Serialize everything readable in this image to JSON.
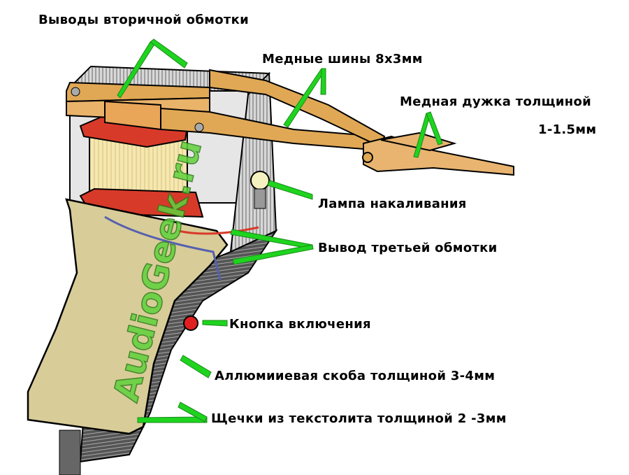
{
  "labels": {
    "secondary_leads": "Выводы вторичной обмотки",
    "copper_bars": "Медные шины 8х3мм",
    "copper_tip_1": "Медная дужка толщиной",
    "copper_tip_2": "1-1.5мм",
    "lamp": "Лампа накаливания",
    "third_winding": "Вывод третьей обмотки",
    "power_button": "Кнопка включения",
    "aluminum_bracket": "Аллюмииевая скоба толщиной 3-4мм",
    "cheeks": "Щечки из текстолита толщиной 2 -3мм"
  },
  "watermark": "AudioGeek.ru",
  "colors": {
    "arrow": "#1ed41e",
    "copper": "#e0a855",
    "textolite": "#d8cc98",
    "insulator": "#d83a2a"
  }
}
